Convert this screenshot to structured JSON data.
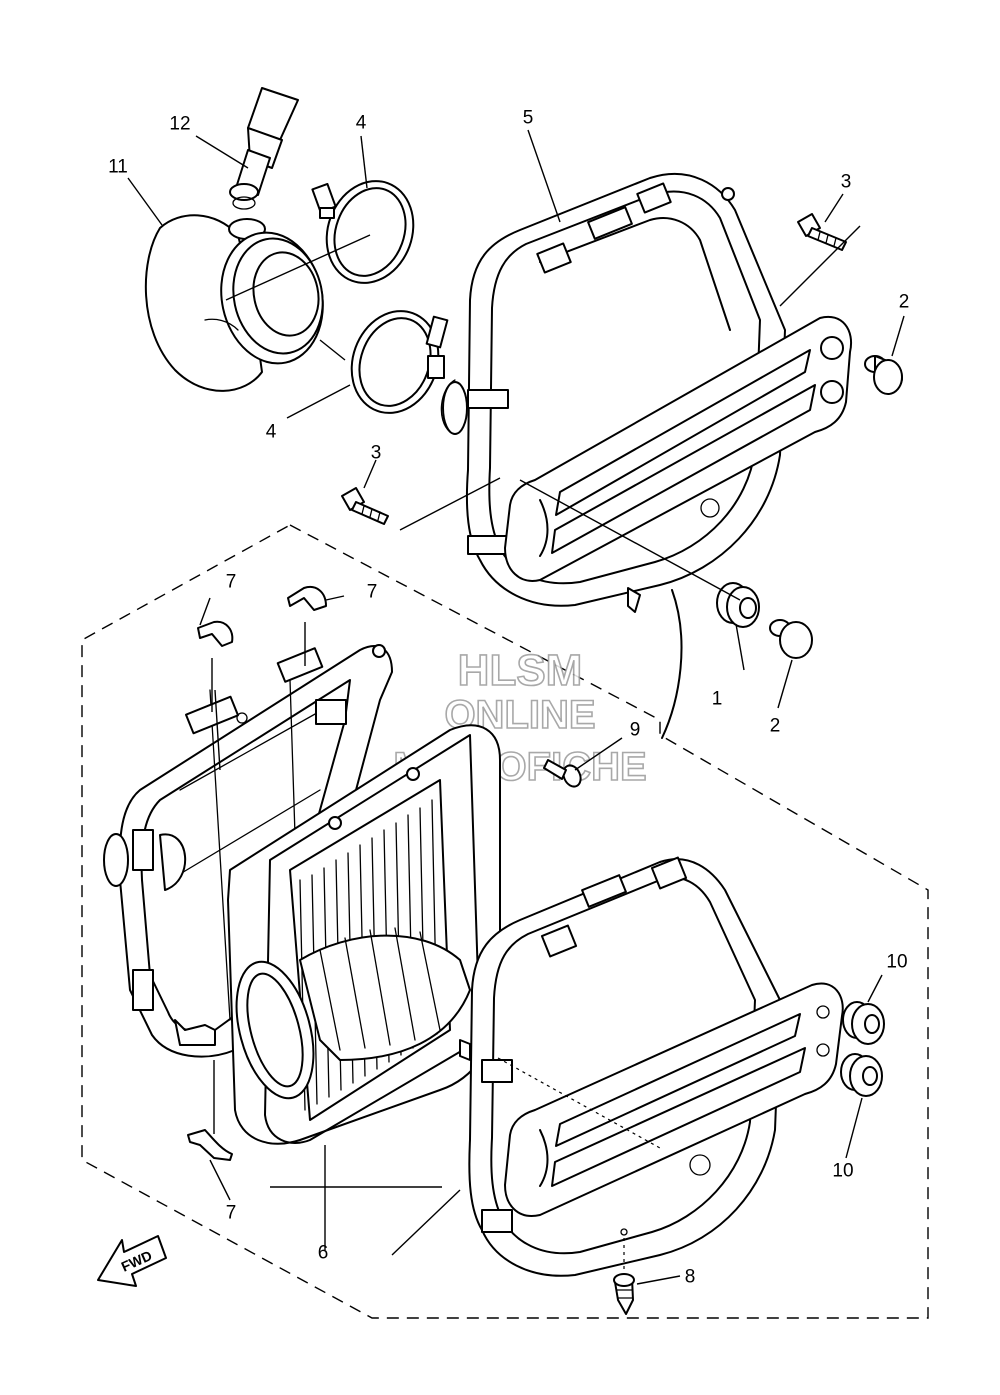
{
  "watermark": {
    "line1": "HLSM",
    "line2": "ONLINE",
    "line3": "MICROFICHE"
  },
  "direction_arrow": {
    "label": "FWD",
    "icon": "forward-arrow-icon"
  },
  "callouts": [
    {
      "label": "12"
    },
    {
      "label": "11"
    },
    {
      "label": "4"
    },
    {
      "label": "4"
    },
    {
      "label": "5"
    },
    {
      "label": "3"
    },
    {
      "label": "2"
    },
    {
      "label": "3"
    },
    {
      "label": "1"
    },
    {
      "label": "2"
    },
    {
      "label": "7"
    },
    {
      "label": "7"
    },
    {
      "label": "9"
    },
    {
      "label": "10"
    },
    {
      "label": "10"
    },
    {
      "label": "7"
    },
    {
      "label": "6"
    },
    {
      "label": "8"
    }
  ]
}
